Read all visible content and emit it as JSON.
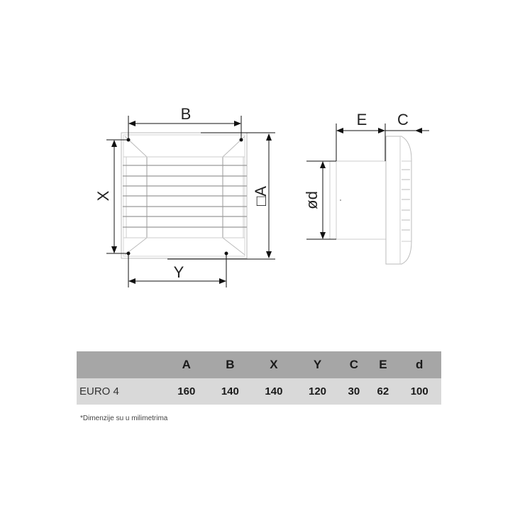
{
  "diagram": {
    "front_view": {
      "labels": {
        "B": "B",
        "X": "X",
        "Y": "Y",
        "A": "□A"
      }
    },
    "side_view": {
      "labels": {
        "E": "E",
        "C": "C",
        "d": "ød"
      }
    }
  },
  "table": {
    "headers": [
      "",
      "A",
      "B",
      "X",
      "Y",
      "C",
      "E",
      "d"
    ],
    "rows": [
      {
        "name": "EURO 4",
        "values": [
          "160",
          "140",
          "140",
          "120",
          "30",
          "62",
          "100"
        ]
      }
    ]
  },
  "note": "*Dimenzije su u milimetrima",
  "colors": {
    "header_bg": "#a6a6a6",
    "row_bg": "#d9d9d9",
    "line": "#222222",
    "outline": "#bfbfbf"
  }
}
